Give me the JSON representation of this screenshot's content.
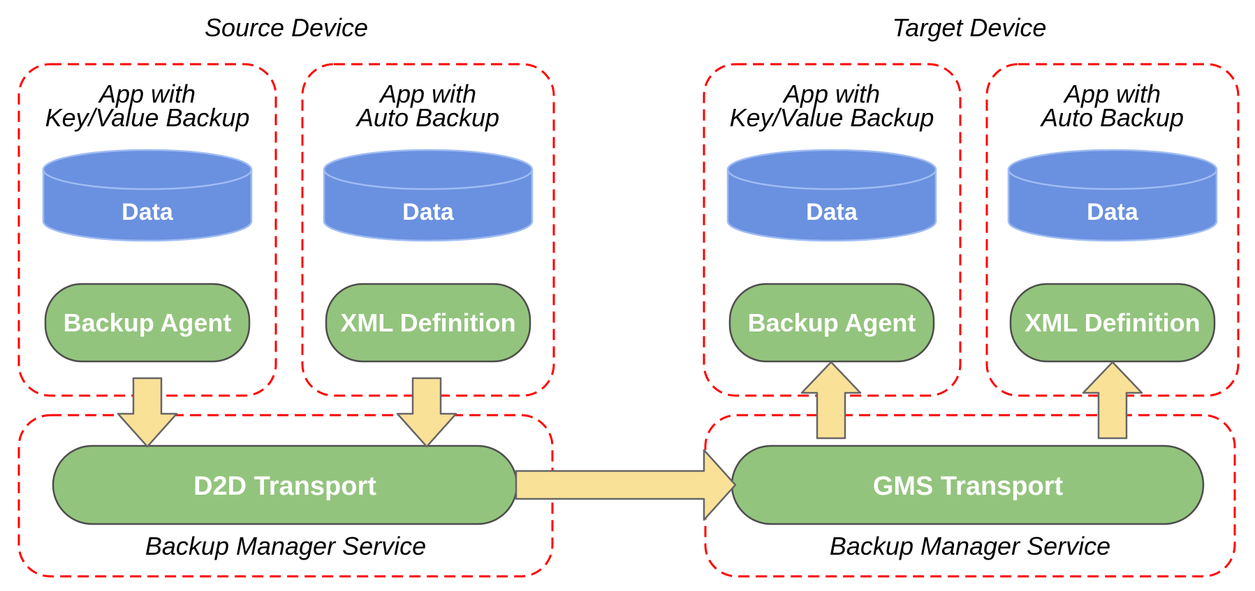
{
  "diagram": {
    "source": {
      "title": "Source Device",
      "apps": [
        {
          "title_line1": "App with",
          "title_line2": "Key/Value Backup",
          "data_label": "Data",
          "component_label": "Backup Agent"
        },
        {
          "title_line1": "App with",
          "title_line2": "Auto Backup",
          "data_label": "Data",
          "component_label": "XML Definition"
        }
      ],
      "service": {
        "transport_label": "D2D Transport",
        "label": "Backup Manager Service"
      }
    },
    "target": {
      "title": "Target Device",
      "apps": [
        {
          "title_line1": "App with",
          "title_line2": "Key/Value Backup",
          "data_label": "Data",
          "component_label": "Backup Agent"
        },
        {
          "title_line1": "App with",
          "title_line2": "Auto Backup",
          "data_label": "Data",
          "component_label": "XML Definition"
        }
      ],
      "service": {
        "transport_label": "GMS Transport",
        "label": "Backup Manager Service"
      }
    },
    "arrows": [
      {
        "type": "down",
        "from": "Backup Agent (source)",
        "to": "D2D Transport"
      },
      {
        "type": "down",
        "from": "XML Definition (source)",
        "to": "D2D Transport"
      },
      {
        "type": "right",
        "from": "D2D Transport",
        "to": "GMS Transport"
      },
      {
        "type": "up",
        "from": "GMS Transport",
        "to": "Backup Agent (target)"
      },
      {
        "type": "up",
        "from": "GMS Transport",
        "to": "XML Definition (target)"
      }
    ],
    "colors": {
      "container_border": "#ff0000",
      "cylinder_fill": "#6a90e0",
      "cylinder_stroke": "#9fbcf2",
      "pill_fill": "#93c47d",
      "pill_stroke": "#4d4d4d",
      "arrow_fill": "#fae198",
      "arrow_stroke": "#666666",
      "text_dark": "#000000",
      "text_light": "#ffffff"
    }
  }
}
